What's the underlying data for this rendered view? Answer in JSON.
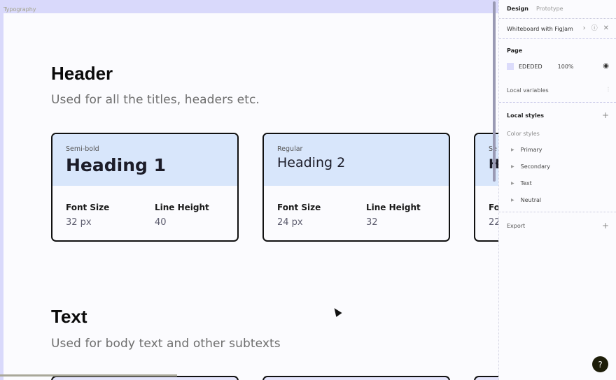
{
  "canvas": {
    "frame_label": "Typography",
    "sections": [
      {
        "title": "Header",
        "subtitle": "Used for all the titles, headers etc.",
        "cards": [
          {
            "weight": "Semi-bold",
            "heading": "Heading 1",
            "font_size_label": "Font Size",
            "font_size_value": "32 px",
            "line_height_label": "Line Height",
            "line_height_value": "40"
          },
          {
            "weight": "Regular",
            "heading": "Heading 2",
            "font_size_label": "Font Size",
            "font_size_value": "24 px",
            "line_height_label": "Line Height",
            "line_height_value": "32"
          },
          {
            "weight": "Se",
            "heading": "H",
            "font_size_label": "Fo",
            "font_size_value": "22"
          }
        ]
      },
      {
        "title": "Text",
        "subtitle": "Used for body text and other subtexts"
      }
    ]
  },
  "panel": {
    "tabs": [
      {
        "label": "Design",
        "active": true
      },
      {
        "label": "Prototype",
        "active": false
      }
    ],
    "plugin": {
      "label": "Whiteboard with FigJam",
      "icons": [
        "chevron-right-icon",
        "help-circle-icon",
        "close-icon"
      ]
    },
    "page": {
      "heading": "Page",
      "color_hex": "EDEDED",
      "opacity": "100%",
      "swatch_color": "#dcdcfb"
    },
    "local_variables": {
      "label": "Local variables"
    },
    "local_styles": {
      "heading": "Local styles",
      "group_label": "Color styles",
      "items": [
        "Primary",
        "Secondary",
        "Text",
        "Neutral"
      ]
    },
    "export": {
      "label": "Export"
    }
  },
  "help_button": {
    "label": "?"
  }
}
